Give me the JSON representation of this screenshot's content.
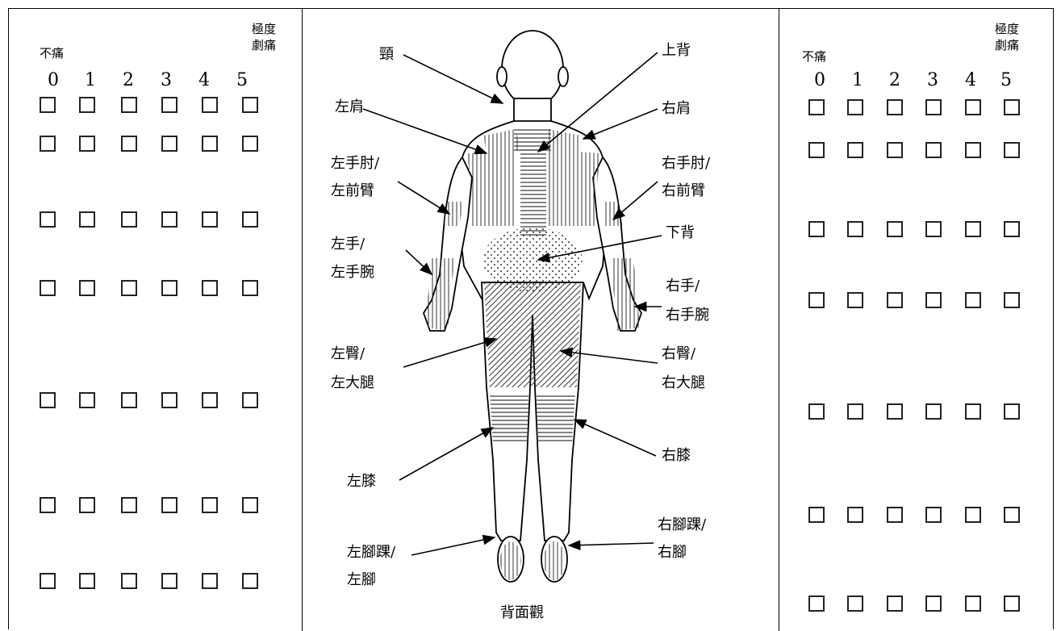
{
  "scale": {
    "low_label": "不痛",
    "high_label_line1": "極度",
    "high_label_line2": "劇痛",
    "numbers": [
      "0",
      "1",
      "2",
      "3",
      "4",
      "5"
    ]
  },
  "diagram": {
    "caption": "背面觀",
    "labels": {
      "neck": "頸",
      "upper_back": "上背",
      "left_shoulder": "左肩",
      "right_shoulder": "右肩",
      "left_elbow_1": "左手肘/",
      "left_elbow_2": "左前臂",
      "right_elbow_1": "右手肘/",
      "right_elbow_2": "右前臂",
      "lower_back": "下背",
      "left_hand_1": "左手/",
      "left_hand_2": "左手腕",
      "right_hand_1": "右手/",
      "right_hand_2": "右手腕",
      "left_hip_1": "左臀/",
      "left_hip_2": "左大腿",
      "right_hip_1": "右臀/",
      "right_hip_2": "右大腿",
      "left_knee": "左膝",
      "right_knee": "右膝",
      "left_ankle_1": "左腳踝/",
      "left_ankle_2": "左腳",
      "right_ankle_1": "右腳踝/",
      "right_ankle_2": "右腳"
    }
  },
  "left_panel": {
    "rows": 7,
    "checked": []
  },
  "right_panel": {
    "rows": 7,
    "checked": []
  }
}
